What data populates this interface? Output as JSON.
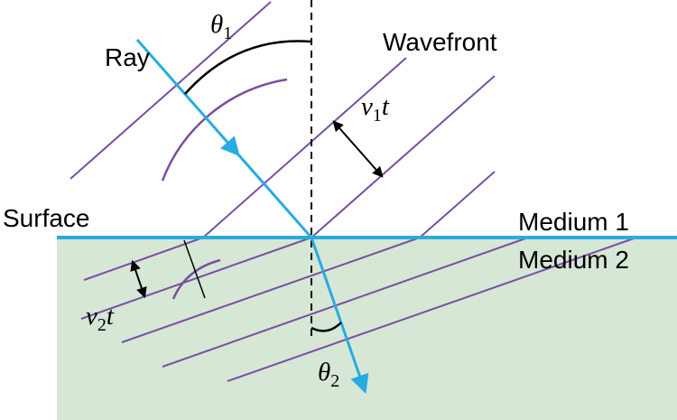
{
  "diagram": {
    "title_hint": "Refraction of a ray and wavefronts at a surface between two media",
    "labels": {
      "ray": "Ray",
      "wavefront": "Wavefront",
      "surface": "Surface",
      "medium1": "Medium 1",
      "medium2": "Medium 2",
      "theta1": {
        "symbol": "θ",
        "sub": "1"
      },
      "theta2": {
        "symbol": "θ",
        "sub": "2"
      },
      "v1t": {
        "base": "v",
        "sub": "1",
        "suffix": "t"
      },
      "v2t": {
        "base": "v",
        "sub": "2",
        "suffix": "t"
      }
    },
    "colors": {
      "ray": "#29abe2",
      "surface": "#29abe2",
      "wavefront": "#7a4fa0",
      "medium2_fill": "#d6e7d5",
      "annotation": "#000000",
      "background": "#ffffff"
    }
  }
}
